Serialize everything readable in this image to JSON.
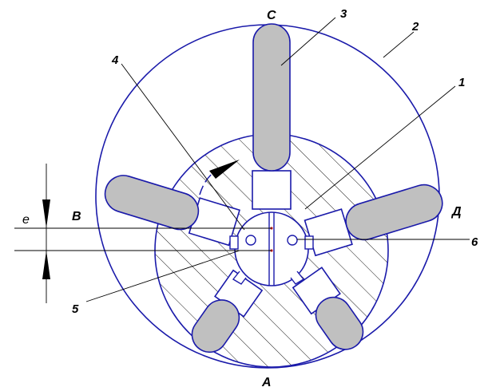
{
  "labels": {
    "top": "C",
    "left": "B",
    "right": "Д",
    "bottom": "A",
    "ecc": "e"
  },
  "numbers": [
    "1",
    "2",
    "3",
    "4",
    "5",
    "6"
  ],
  "colors": {
    "outline": "#1a1aaa",
    "vane": "#c0c0c0",
    "leader": "#000000",
    "hatch": "#000000",
    "mark": "#cc2222"
  }
}
